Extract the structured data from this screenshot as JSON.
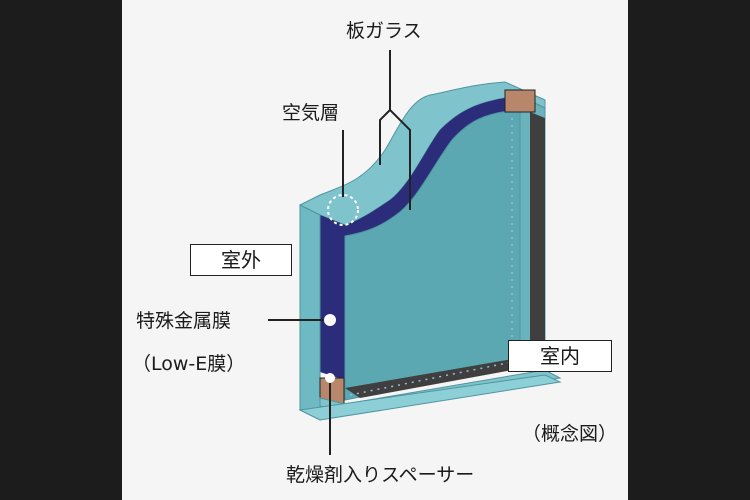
{
  "labels": {
    "glass": "板ガラス",
    "air_layer": "空気層",
    "outdoor": "室外",
    "lowe_film": "特殊金属膜",
    "lowe_sub": "（Low-E膜）",
    "indoor": "室内",
    "spacer": "乾燥剤入りスペーサー",
    "concept": "（概念図）"
  },
  "colors": {
    "glass": "#5ba8b3",
    "glass_light": "#8ccfd6",
    "air_gap": "#2c2d7a",
    "spacer": "#4a4a4a",
    "desiccant": "#b8866a",
    "panel_bg": "#f5f5f5",
    "frame_bg": "#1c1c1c"
  }
}
